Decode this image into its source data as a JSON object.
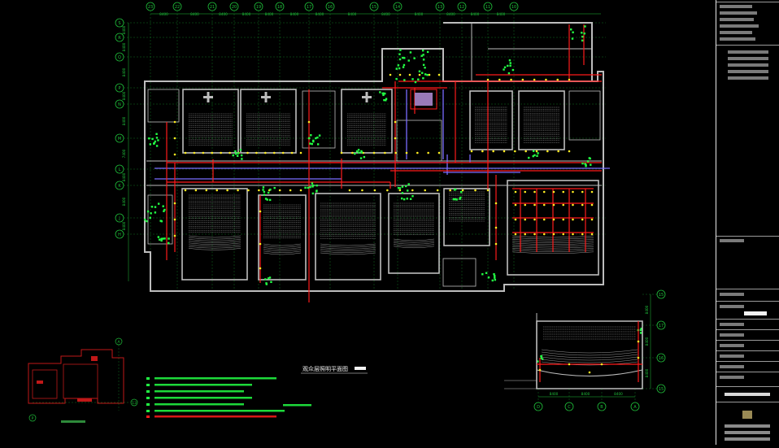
{
  "drawing": {
    "main_title": "观众层照明平面图",
    "colors": {
      "background": "#000000",
      "grid": "#1fbf3a",
      "wall": "#bdbdbd",
      "power": "#ff1a1a",
      "bus": "#7a6cff",
      "fixture": "#ffee22",
      "device": "#22ff44",
      "inset": "#c01818"
    },
    "top_axis_labels": [
      "23",
      "22",
      "21",
      "20",
      "19",
      "18",
      "17",
      "16",
      "15",
      "14",
      "13",
      "12",
      "11",
      "10"
    ],
    "top_dimensions": [
      "8400",
      "8400",
      "8400",
      "8400",
      "8400",
      "8400",
      "8400",
      "8400",
      "8400",
      "8400",
      "8400",
      "8400",
      "8400"
    ],
    "left_axis_labels": [
      "S",
      "R",
      "Q",
      "P",
      "N",
      "M",
      "L",
      "K",
      "J",
      "H"
    ],
    "left_dimensions": [
      "8400",
      "8400",
      "8400",
      "8400",
      "8400",
      "7400",
      "8400",
      "8400",
      "8400"
    ],
    "detail_axis_right": [
      "15",
      "17",
      "16",
      "15"
    ],
    "detail_axis_bottom": [
      "D",
      "C",
      "B",
      "A"
    ],
    "detail_dimensions_bottom": [
      "8400",
      "8400",
      "8400"
    ],
    "detail_dimensions_right": [
      "8400",
      "8400",
      "8400"
    ],
    "inset_axis_labels": [
      "A",
      "13",
      "P"
    ]
  }
}
